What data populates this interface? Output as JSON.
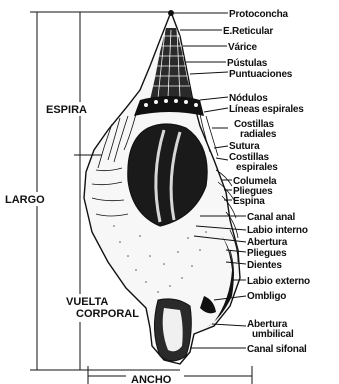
{
  "dimensions": {
    "length": "LARGO",
    "spire": "ESPIRA",
    "body_whorl": [
      "VUELTA",
      "CORPORAL"
    ],
    "width": "ANCHO"
  },
  "parts": {
    "protoconch": [
      "Protoconcha"
    ],
    "reticulate": [
      "E.Reticular"
    ],
    "varix": [
      "Várice"
    ],
    "pustules": [
      "Pústulas"
    ],
    "punctations": [
      "Puntuaciones"
    ],
    "nodules": [
      "Nódulos"
    ],
    "spiral_lines": [
      "Líneas espirales"
    ],
    "radial_ribs": [
      "Costillas",
      "radiales"
    ],
    "suture": [
      "Sutura"
    ],
    "spiral_ribs": [
      "Costillas",
      "espirales"
    ],
    "columella": [
      "Columela"
    ],
    "folds_upper": [
      "Pliegues"
    ],
    "spine": [
      "Espina"
    ],
    "anal_canal": [
      "Canal anal"
    ],
    "inner_lip": [
      "Labio interno"
    ],
    "aperture": [
      "Abertura"
    ],
    "folds_lower": [
      "Pliegues"
    ],
    "teeth": [
      "Dientes"
    ],
    "outer_lip": [
      "Labio externo"
    ],
    "umbilicus": [
      "Ombligo"
    ],
    "umbilical_opening": [
      "Abertura",
      "umbilical"
    ],
    "siphonal_canal": [
      "Canal sifonal"
    ]
  }
}
